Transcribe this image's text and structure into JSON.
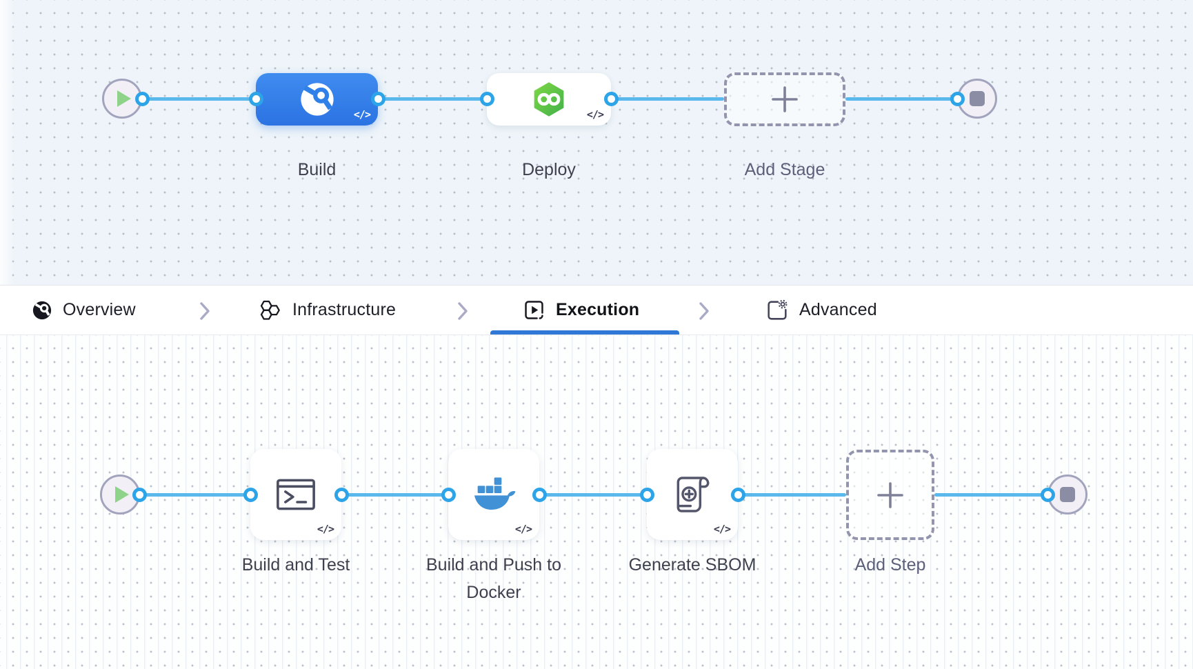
{
  "stage_pipeline": {
    "stages": [
      {
        "label": "Build",
        "icon": "ci-stage-icon",
        "selected": true,
        "code_glyph": "</>"
      },
      {
        "label": "Deploy",
        "icon": "cd-stage-icon",
        "selected": false,
        "code_glyph": "</>"
      },
      {
        "label": "Add Stage",
        "icon": "plus-icon"
      }
    ]
  },
  "tab_bar": {
    "tabs": [
      {
        "label": "Overview",
        "icon": "overview-icon",
        "active": false
      },
      {
        "label": "Infrastructure",
        "icon": "infrastructure-icon",
        "active": false
      },
      {
        "label": "Execution",
        "icon": "execution-icon",
        "active": true
      },
      {
        "label": "Advanced",
        "icon": "advanced-icon",
        "active": false
      }
    ],
    "separator_icon": "chevron-right-icon"
  },
  "step_pipeline": {
    "steps": [
      {
        "label": "Build and Test",
        "icon": "terminal-icon",
        "code_glyph": "</>"
      },
      {
        "label": "Build and Push to Docker",
        "icon": "docker-whale-icon",
        "code_glyph": "</>"
      },
      {
        "label": "Generate SBOM",
        "icon": "sbom-scroll-icon",
        "code_glyph": "</>"
      },
      {
        "label": "Add Step",
        "icon": "plus-icon"
      }
    ]
  },
  "colors": {
    "accent_blue": "#2f7ee8",
    "connector_blue": "#5ab8ec",
    "dot_ring_blue": "#2da4e8",
    "active_tab_underline": "#2f78d6",
    "play_green": "#8ed389",
    "cd_green": "#5cc43f"
  }
}
